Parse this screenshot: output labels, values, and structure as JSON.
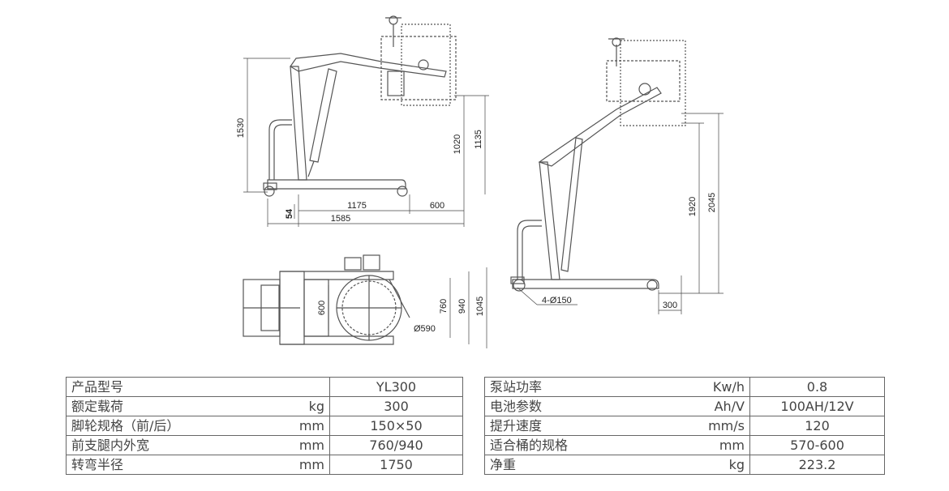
{
  "side_view": {
    "dims": {
      "height_1530": "1530",
      "height_1020": "1020",
      "height_1135": "1135",
      "wheel_54": "54",
      "length_1175": "1175",
      "length_600": "600",
      "length_1585": "1585"
    }
  },
  "top_view": {
    "dims": {
      "inner_600": "600",
      "leg_760": "760",
      "leg_940": "940",
      "overall_1045": "1045",
      "drum_dia": "Ø590"
    }
  },
  "raised_view": {
    "dims": {
      "height_1920": "1920",
      "height_2045": "2045",
      "offset_300": "300",
      "wheels": "4-Ø150"
    }
  },
  "spec_left": [
    {
      "label": "产品型号",
      "unit": "",
      "value": "YL300"
    },
    {
      "label": "额定载荷",
      "unit": "kg",
      "value": "300"
    },
    {
      "label": "脚轮规格（前/后）",
      "unit": "mm",
      "value": "150×50"
    },
    {
      "label": "前支腿内外宽",
      "unit": "mm",
      "value": "760/940"
    },
    {
      "label": "转弯半径",
      "unit": "mm",
      "value": "1750"
    }
  ],
  "spec_right": [
    {
      "label": "泵站功率",
      "unit": "Kw/h",
      "value": "0.8"
    },
    {
      "label": "电池参数",
      "unit": "Ah/V",
      "value": "100AH/12V"
    },
    {
      "label": "提升速度",
      "unit": "mm/s",
      "value": "120"
    },
    {
      "label": "适合桶的规格",
      "unit": "mm",
      "value": "570-600"
    },
    {
      "label": "净重",
      "unit": "kg",
      "value": "223.2"
    }
  ],
  "colors": {
    "line": "#555555",
    "dim_line": "#444444",
    "table_border": "#666666"
  }
}
